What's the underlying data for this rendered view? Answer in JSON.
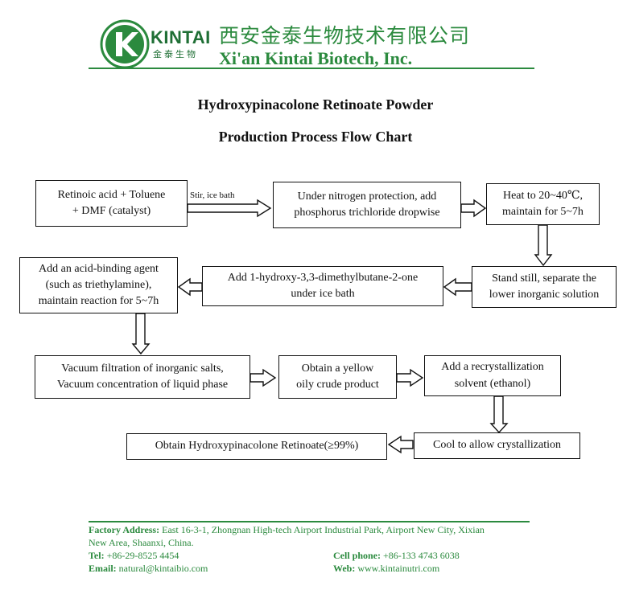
{
  "header": {
    "logo_text": "KINTAI",
    "logo_cn": "金泰生物",
    "company_cn": "西安金泰生物技术有限公司",
    "company_en": "Xi'an Kintai Biotech, Inc.",
    "brand_color": "#2b8a3e"
  },
  "title": {
    "line1": "Hydroxypinacolone Retinoate Powder",
    "line2": "Production Process Flow Chart"
  },
  "flow": {
    "edge_label": "Stir, ice bath",
    "steps": [
      "Retinoic acid + Toluene\n+ DMF (catalyst)",
      "Under nitrogen protection, add\nphosphorus trichloride dropwise",
      "Heat to 20~40℃,\nmaintain for 5~7h",
      "Stand still, separate the\nlower inorganic solution",
      "Add 1-hydroxy-3,3-dimethylbutane-2-one\nunder ice bath",
      "Add an acid-binding agent\n(such as triethylamine),\nmaintain reaction for 5~7h",
      "Vacuum filtration of inorganic salts,\nVacuum concentration of liquid phase",
      "Obtain a yellow\noily crude product",
      "Add a recrystallization\nsolvent (ethanol)",
      "Cool to allow crystallization",
      "Obtain Hydroxypinacolone Retinoate(≥99%)"
    ]
  },
  "footer": {
    "factory_label": "Factory Address:",
    "factory_line1": "East 16-3-1, Zhongnan High-tech Airport Industrial Park, Airport New City, Xixian",
    "factory_line2": "New Area, Shaanxi, China.",
    "tel_label": "Tel:",
    "tel": "+86-29-8525 4454",
    "cell_label": "Cell phone:",
    "cell": "+86-133 4743 6038",
    "email_label": "Email:",
    "email": "natural@kintaibio.com",
    "web_label": "Web:",
    "web": "www.kintainutri.com"
  }
}
